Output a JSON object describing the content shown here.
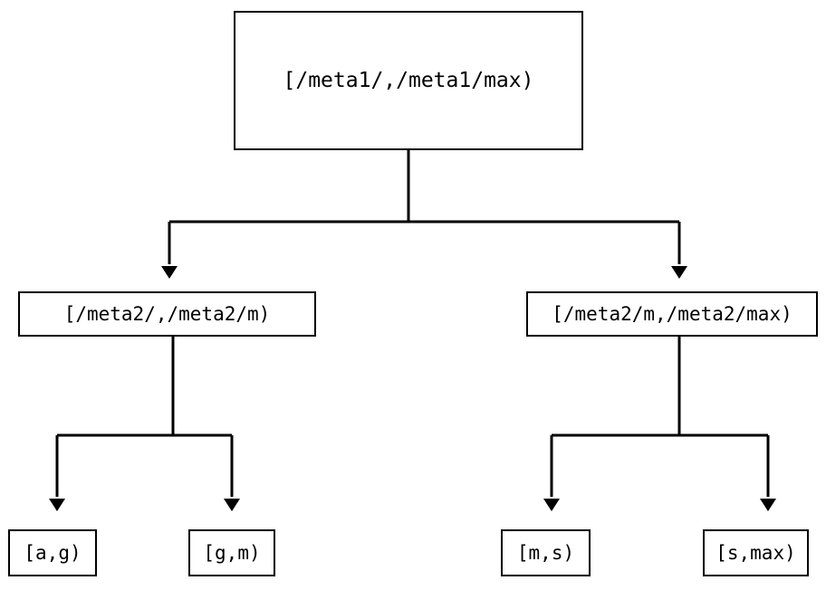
{
  "diagram": {
    "type": "tree",
    "title": "",
    "background_color": "#ffffff",
    "stroke_color": "#000000",
    "text_color": "#000000",
    "nodes": {
      "root": {
        "label": "[/meta1/,/meta1/max)"
      },
      "mid_left": {
        "label": "[/meta2/,/meta2/m)"
      },
      "mid_right": {
        "label": "[/meta2/m,/meta2/max)"
      },
      "leaf_ag": {
        "label": "[a,g)"
      },
      "leaf_gm": {
        "label": "[g,m)"
      },
      "leaf_ms": {
        "label": "[m,s)"
      },
      "leaf_smax": {
        "label": "[s,max)"
      }
    },
    "edges": [
      {
        "from": "root",
        "to": "mid_left",
        "arrow": "triangle-down"
      },
      {
        "from": "root",
        "to": "mid_right",
        "arrow": "triangle-down"
      },
      {
        "from": "mid_left",
        "to": "leaf_ag",
        "arrow": "triangle-down"
      },
      {
        "from": "mid_left",
        "to": "leaf_gm",
        "arrow": "triangle-down"
      },
      {
        "from": "mid_right",
        "to": "leaf_ms",
        "arrow": "triangle-down"
      },
      {
        "from": "mid_right",
        "to": "leaf_smax",
        "arrow": "triangle-down"
      }
    ]
  }
}
